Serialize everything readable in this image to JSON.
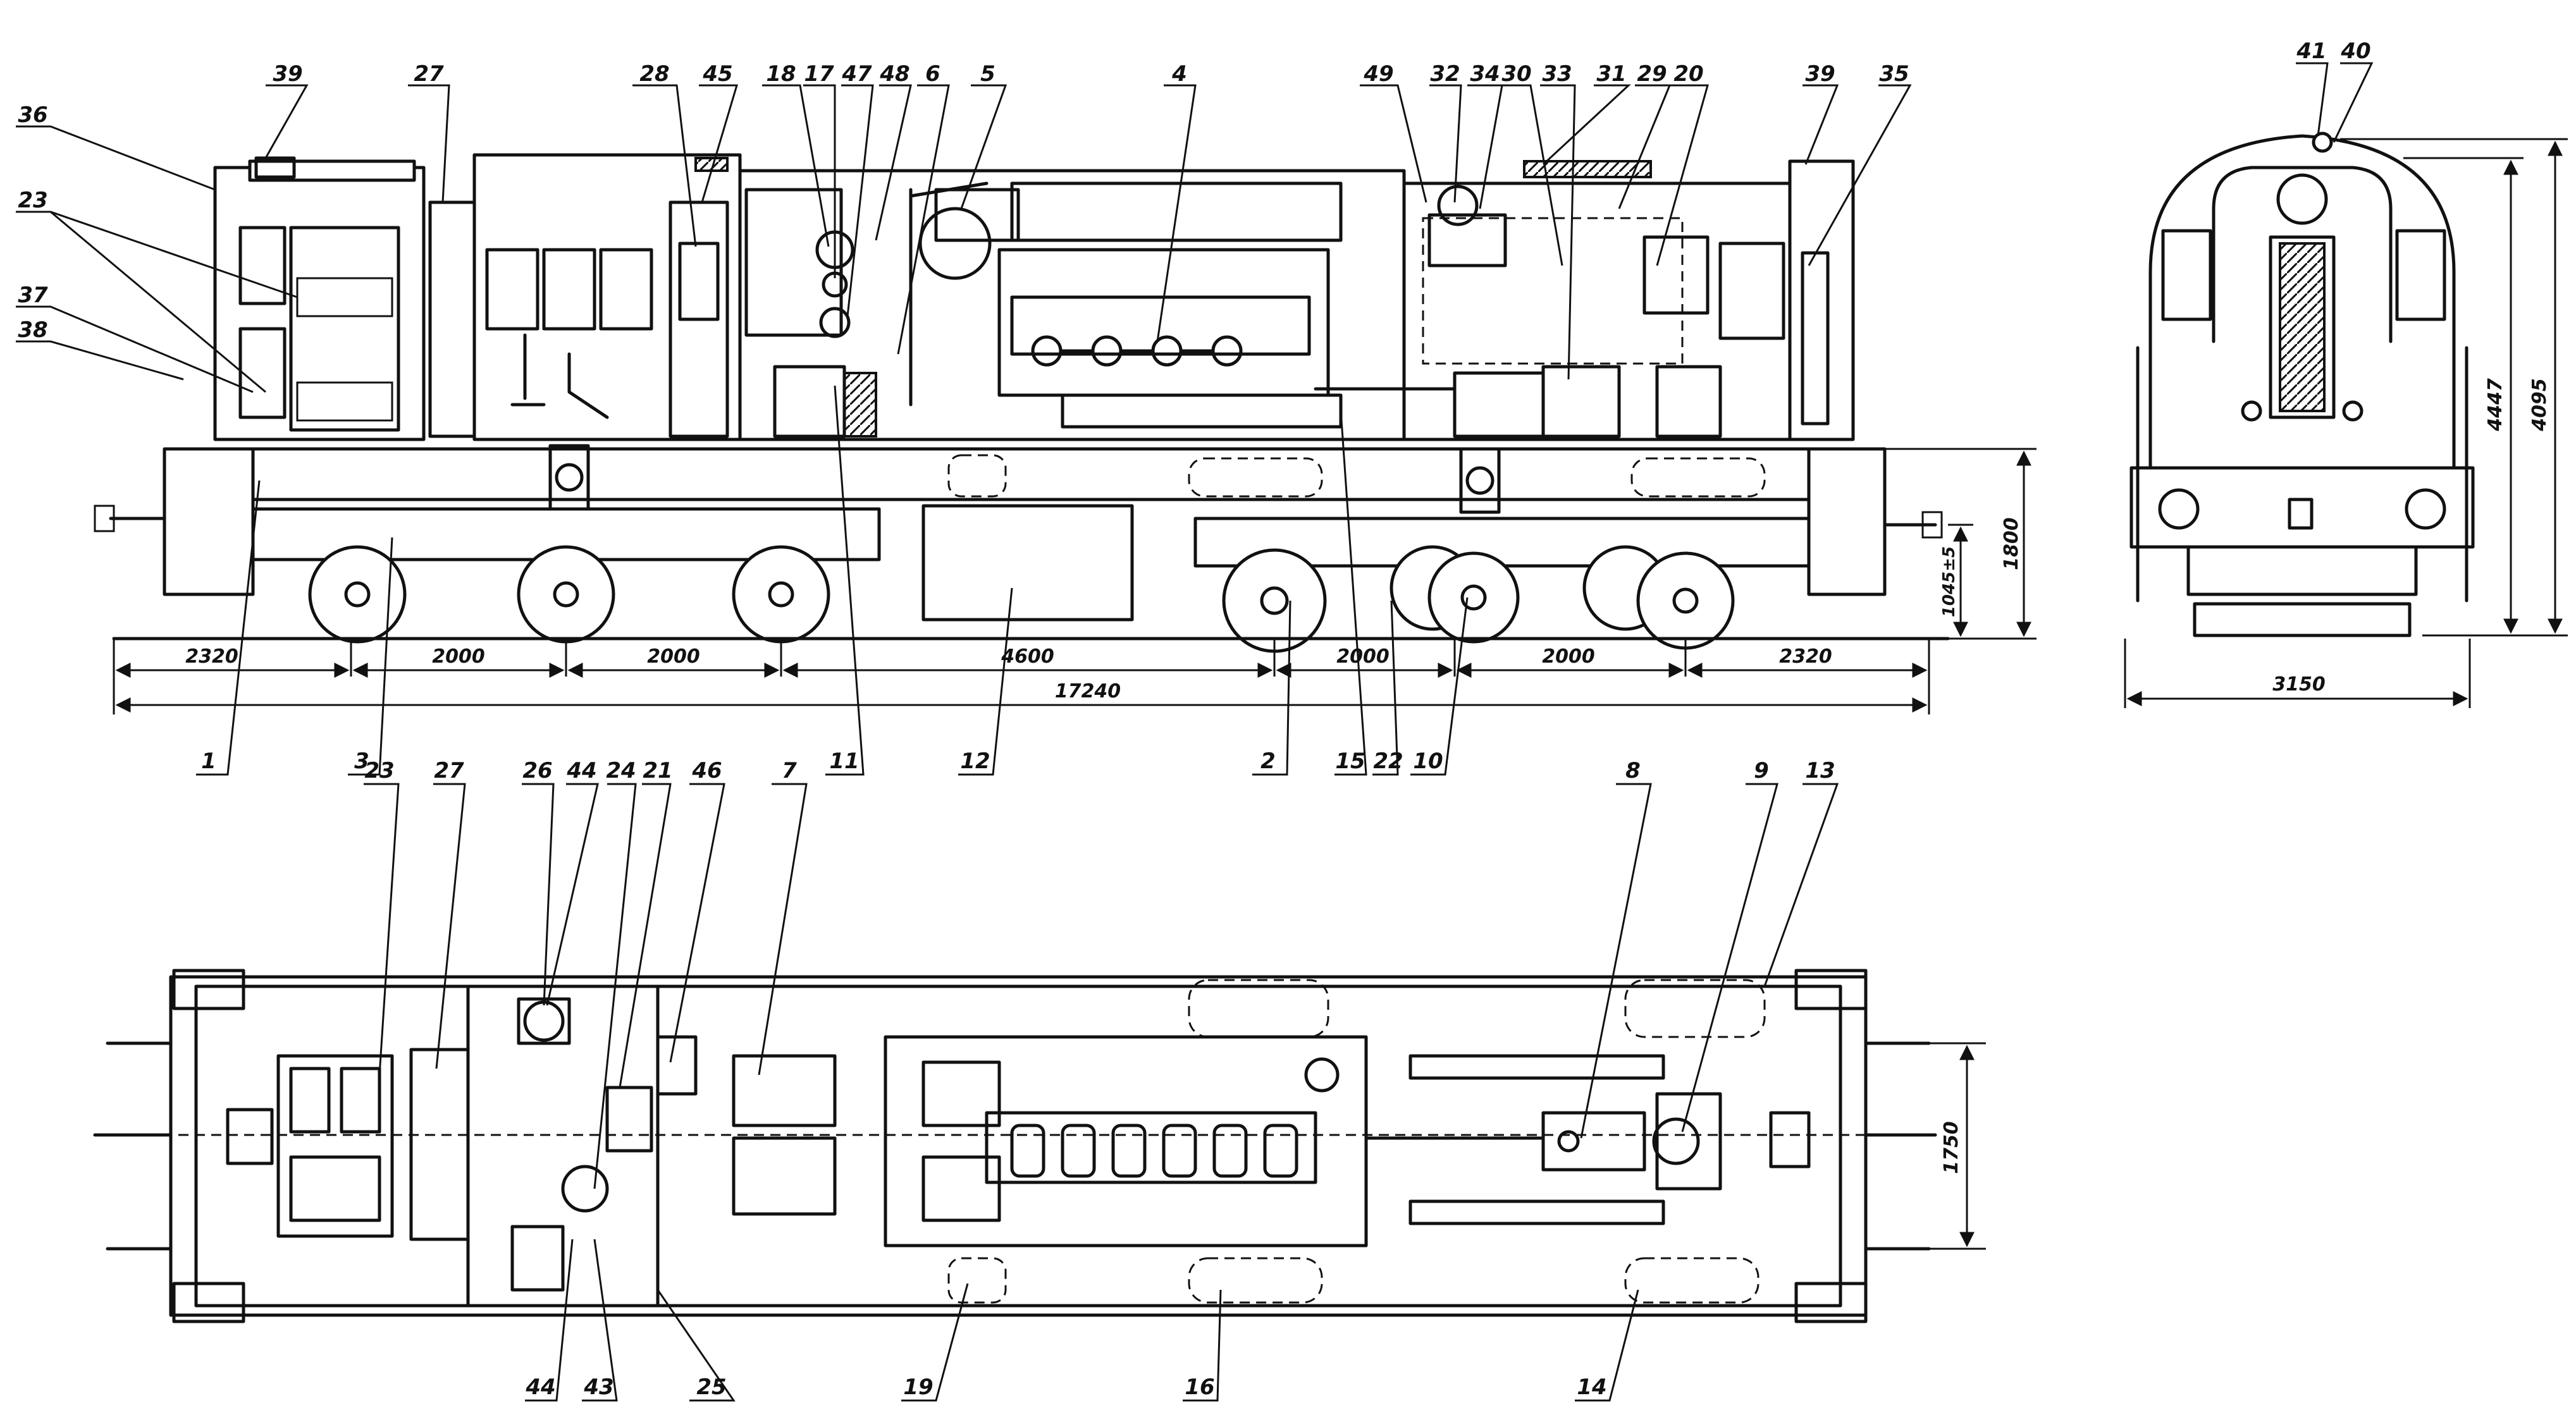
{
  "callouts": {
    "top": [
      "39",
      "27",
      "28",
      "45",
      "18",
      "17",
      "47",
      "48",
      "6",
      "5",
      "4",
      "49",
      "32",
      "34",
      "30",
      "33",
      "31",
      "29",
      "20",
      "39",
      "35"
    ],
    "left_side": [
      "36",
      "23",
      "37",
      "38"
    ],
    "bottom_side": [
      "1",
      "3",
      "11",
      "12",
      "2",
      "15",
      "22",
      "10"
    ],
    "plan_top": [
      "23",
      "27",
      "26",
      "44",
      "24",
      "21",
      "46",
      "7",
      "8",
      "9",
      "13"
    ],
    "plan_bottom": [
      "44",
      "43",
      "25",
      "19",
      "16",
      "14"
    ],
    "front": [
      "41",
      "40"
    ]
  },
  "dimensions": {
    "side_view": [
      "2320",
      "2000",
      "2000",
      "4600",
      "2000",
      "2000",
      "2320",
      "17240",
      "1800",
      "1045±5"
    ],
    "plan_view": [
      "1750"
    ],
    "front_view": [
      "3150",
      "4447",
      "4095"
    ]
  }
}
